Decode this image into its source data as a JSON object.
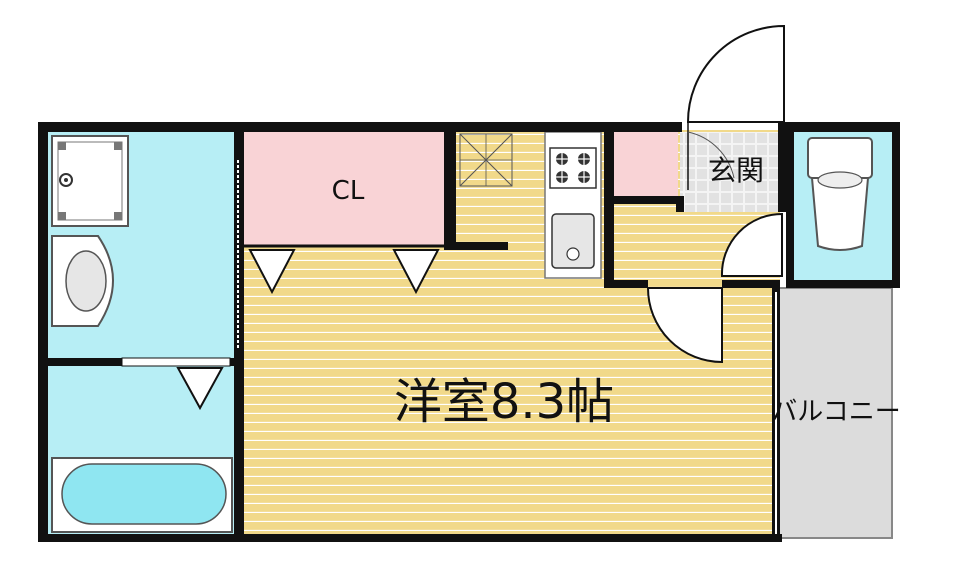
{
  "rooms": {
    "main_room": "洋室8.3帖",
    "closet": "CL",
    "entrance": "玄関",
    "balcony": "バルコニー"
  },
  "colors": {
    "wall": "#111111",
    "wood_floor": "#f1d98a",
    "wood_line": "#ffffff",
    "closet": "#f9d3d6",
    "wet_area": "#b7eef5",
    "bathtub": "#8fe6f1",
    "balcony": "#dcdcdc",
    "entrance_tile": "#e2e2e2"
  }
}
